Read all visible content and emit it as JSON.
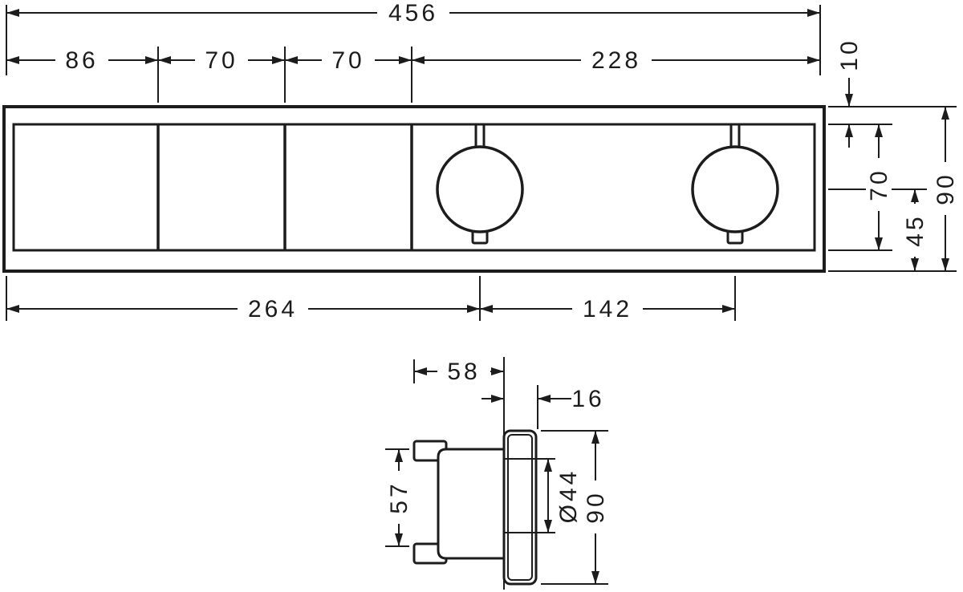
{
  "drawing": {
    "type": "technical-dimension-drawing",
    "ink_color": "#1c1c1c",
    "background_color": "#ffffff"
  },
  "dims": {
    "front": {
      "total_width": "456",
      "segment_1": "86",
      "segment_2": "70",
      "segment_3": "70",
      "segment_4": "228",
      "top_offset": "10",
      "inner_height": "70",
      "handle_to_bottom": "45",
      "total_height": "90",
      "left_to_handle": "264",
      "handle_spacing": "142"
    },
    "side": {
      "body_depth": "58",
      "plate_thickness": "16",
      "body_height": "57",
      "handle_diameter": "Ø44",
      "plate_height": "90"
    }
  }
}
